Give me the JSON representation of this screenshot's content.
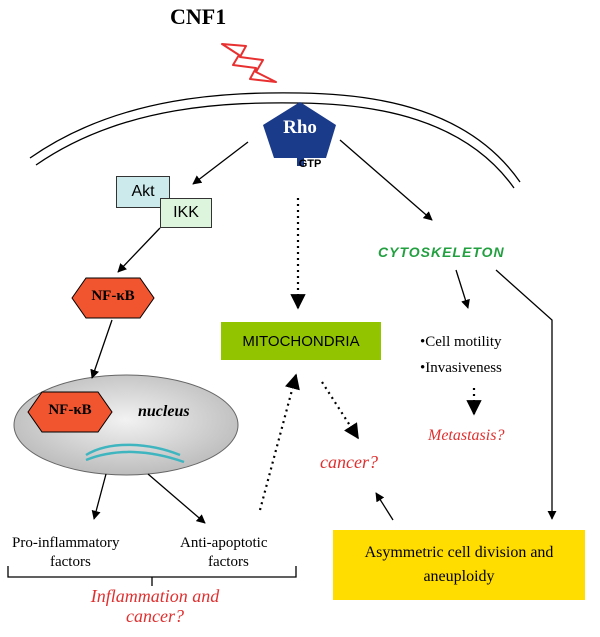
{
  "title": "CNF1",
  "nodes": {
    "rho": "Rho",
    "gtp": "GTP",
    "akt": "Akt",
    "ikk": "IKK",
    "nfkb_top": "NF-κB",
    "nfkb_nucleus": "NF-κB",
    "nucleus": "nucleus",
    "mitochondria": "MITOCHONDRIA",
    "cytoskeleton": "CYTOSKELETON",
    "cell_motility": "•Cell motility",
    "invasiveness": "•Invasiveness",
    "metastasis": "Metastasis?",
    "cancer": "cancer?",
    "pro_inflammatory_1": "Pro-inflammatory",
    "pro_inflammatory_2": "factors",
    "anti_apoptotic_1": "Anti-apoptotic",
    "anti_apoptotic_2": "factors",
    "asymmetric_1": "Asymmetric cell division and",
    "asymmetric_2": "aneuploidy",
    "inflammation_1": "Inflammation and",
    "inflammation_2": "cancer?"
  },
  "colors": {
    "rho": "#1a3a8a",
    "nfkb": "#f05530",
    "mitochondria": "#93c400",
    "asymmetric": "#ffdd00",
    "red_text": "#e03030",
    "green_text": "#22a040"
  }
}
